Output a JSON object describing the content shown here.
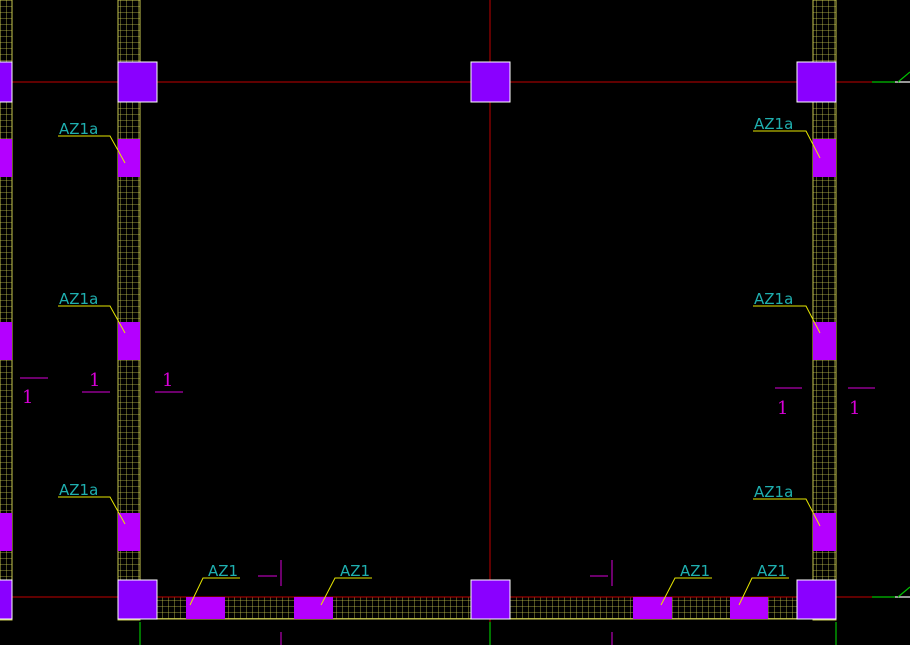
{
  "drawing": {
    "colors": {
      "background": "#000000",
      "axis": "#c00000",
      "wall_hatch": "#c8c850",
      "column": "#8a00ff",
      "column_edge": "#ffffff",
      "boundary_element": "#b400ff",
      "leader": "#e6e600",
      "tag_text": "#1fb0b0",
      "section_mark": "#d800d8",
      "axis_arrow": "#00c000"
    },
    "wall_labels": {
      "left_wall": [
        "AZ1a",
        "AZ1a",
        "AZ1a"
      ],
      "right_wall": [
        "AZ1a",
        "AZ1a",
        "AZ1a"
      ],
      "bottom_wall": [
        "AZ1",
        "AZ1",
        "AZ1",
        "AZ1"
      ]
    },
    "section_marks": [
      "1",
      "1",
      "1",
      "1",
      "1"
    ]
  }
}
